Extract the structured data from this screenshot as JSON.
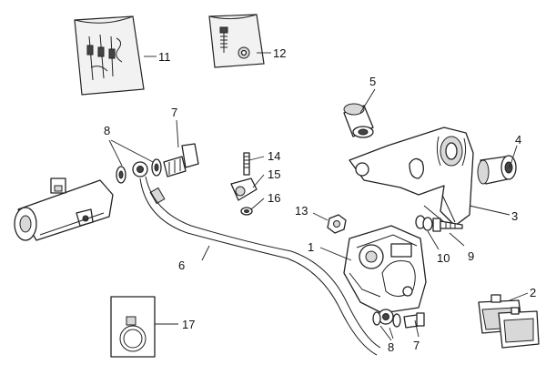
{
  "callouts": {
    "c1": "1",
    "c2": "2",
    "c3": "3",
    "c4": "4",
    "c5": "5",
    "c6": "6",
    "c7a": "7",
    "c7b": "7",
    "c8a": "8",
    "c8b": "8",
    "c9": "9",
    "c10": "10",
    "c11": "11",
    "c12": "12",
    "c13": "13",
    "c14": "14",
    "c15": "15",
    "c16": "16",
    "c17": "17"
  }
}
